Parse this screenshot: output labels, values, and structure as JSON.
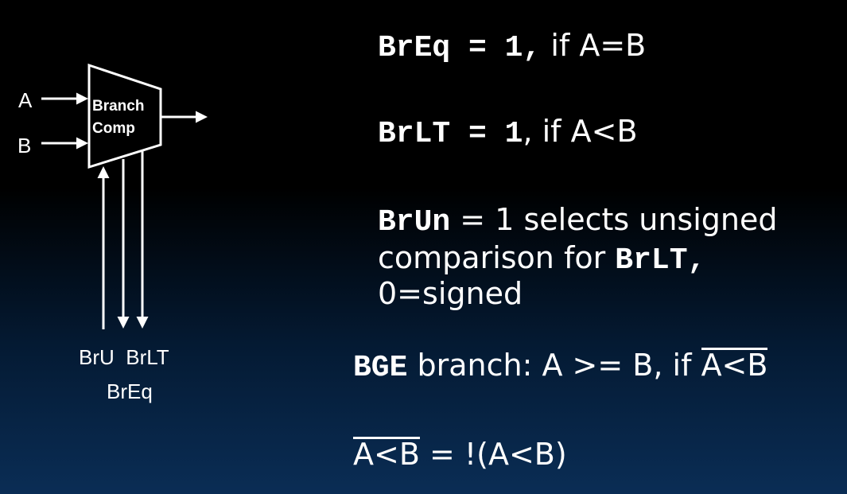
{
  "diagram": {
    "input_a": "A",
    "input_b": "B",
    "box_line1": "Branch",
    "box_line2": "Comp",
    "signal_row1": "BrU  BrLT",
    "signal_row2": "BrEq"
  },
  "text": {
    "breq_code": "BrEq",
    "breq_eq": " = 1,",
    "breq_cond": " if A=B",
    "brlt_code": "BrLT",
    "brlt_eq": " = 1",
    "brlt_cond": ", if A<B",
    "brun_code": "BrUn",
    "brun_text": " = 1 selects unsigned",
    "brun_line2_text": "comparison for ",
    "brun_line2_code": "BrLT,",
    "brun_line3": "0=signed",
    "bge_code": "BGE",
    "bge_text": " branch: A >= B, if ",
    "bge_over": "A<B",
    "not_over": "A<B",
    "not_text": " = !(A<B)"
  }
}
